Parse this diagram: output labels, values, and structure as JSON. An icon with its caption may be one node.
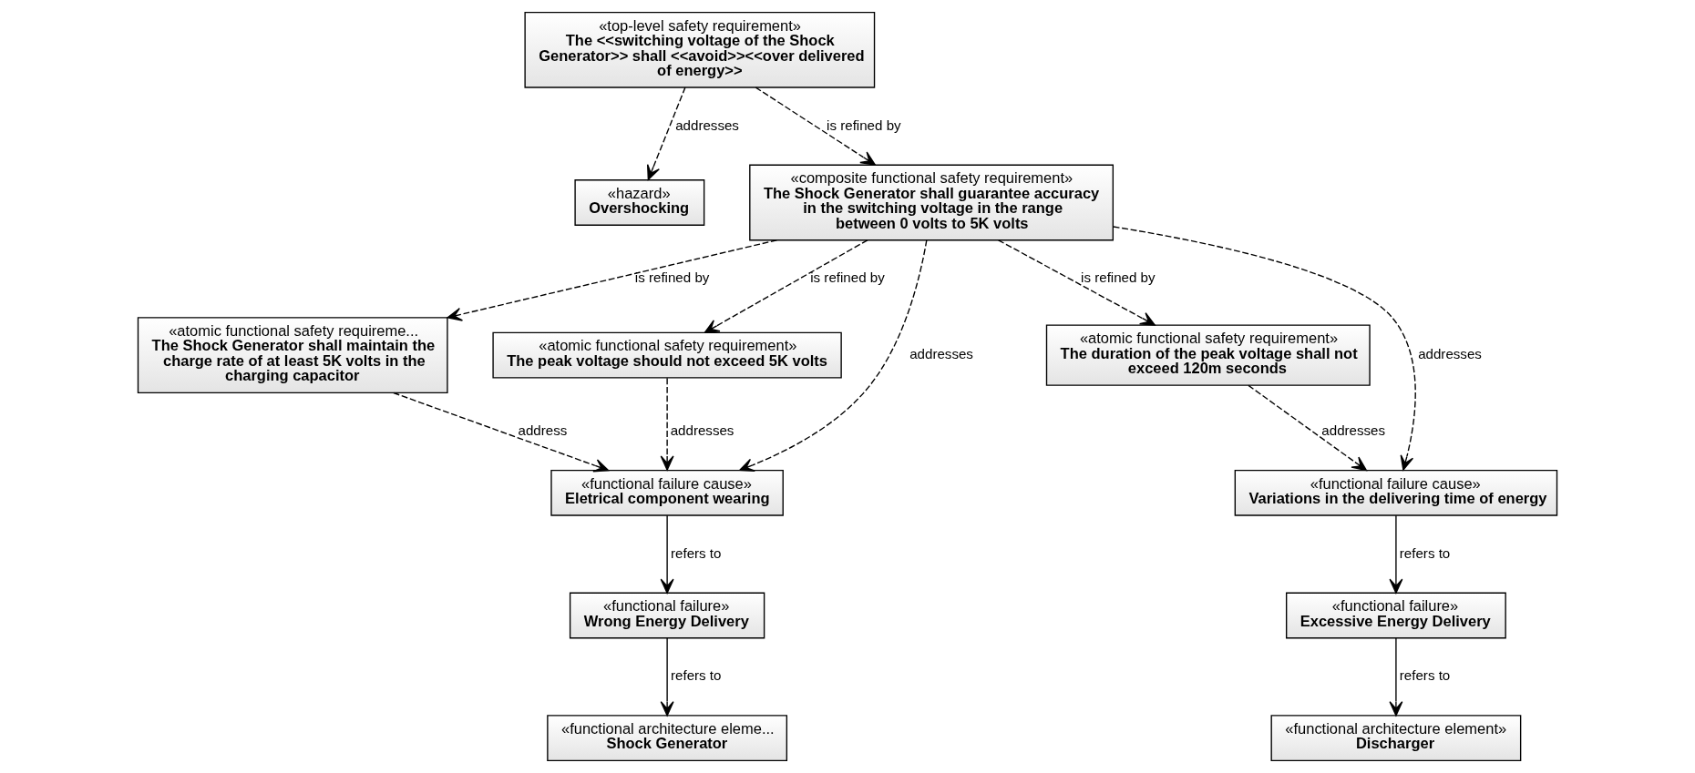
{
  "diagram": {
    "nodes": [
      {
        "text": [
          "«hazard»",
          "Overshocking"
        ]
      },
      {
        "text": [
          "«top-level safety requirement»",
          "The <<switching voltage of the Shock Generator>> shall <<avoid>><<over delivered of energy>>"
        ]
      },
      {
        "text": [
          "«composite functional safety requirement»",
          "The Shock Generator shall guarantee accuracy in the switching voltage in the range between 0 volts to 5K volts"
        ]
      },
      {
        "text": [
          "«functional failure cause»",
          "Eletrical component wearing"
        ]
      },
      {
        "text": [
          "«functional failure»",
          "Wrong Energy Delivery"
        ]
      },
      {
        "text": [
          "«functional architecture eleme...",
          "Shock Generator"
        ]
      },
      {
        "text": [
          "«functional failure cause»",
          "Variations in the delivering time of energy"
        ]
      },
      {
        "text": [
          "«functional failure»",
          "Excessive Energy Delivery"
        ]
      },
      {
        "text": [
          "«functional architecture element»",
          "Discharger"
        ]
      },
      {
        "text": [
          "«atomic functional safety requireme...",
          "The Shock Generator shall maintain the charge rate of at least 5K volts in the charging capacitor"
        ]
      },
      {
        "text": [
          "«atomic functional safety requirement»",
          "The peak voltage should not exceed 5K volts"
        ]
      },
      {
        "text": [
          "«atomic functional safety requirement»",
          "The duration of the peak voltage shall not exceed 120m seconds"
        ]
      }
    ],
    "edges": [
      {
        "from": 1,
        "to": 0,
        "arrow": "to",
        "label": "addresses",
        "style": "dashed"
      },
      {
        "from": 1,
        "to": 2,
        "arrow": "to",
        "label": "is refined by",
        "style": "dashed"
      },
      {
        "from": 2,
        "to": 3,
        "arrow": "to",
        "label": "addresses",
        "style": "dashed"
      },
      {
        "from": 2,
        "to": 6,
        "arrow": "to",
        "label": "addresses",
        "style": "dashed"
      },
      {
        "from": 3,
        "to": 4,
        "arrow": "to",
        "label": "refers to"
      },
      {
        "from": 4,
        "to": 5,
        "arrow": "to",
        "label": "refers to"
      },
      {
        "from": 6,
        "to": 7,
        "arrow": "to",
        "label": "refers to"
      },
      {
        "from": 7,
        "to": 8,
        "arrow": "to",
        "label": "refers to"
      },
      {
        "from": 2,
        "to": 9,
        "arrow": "to",
        "label": "is refined by",
        "style": "dashed"
      },
      {
        "from": 2,
        "to": 10,
        "arrow": "to",
        "label": "is refined by",
        "style": "dashed"
      },
      {
        "from": 2,
        "to": 11,
        "arrow": "to",
        "label": "is refined by",
        "style": "dashed"
      },
      {
        "from": 9,
        "to": 3,
        "arrow": "to",
        "label": "address",
        "style": "dashed"
      },
      {
        "from": 10,
        "to": 3,
        "arrow": "to",
        "label": "addresses",
        "style": "dashed"
      },
      {
        "from": 11,
        "to": 6,
        "arrow": "to",
        "label": "addresses",
        "style": "dashed"
      }
    ]
  }
}
